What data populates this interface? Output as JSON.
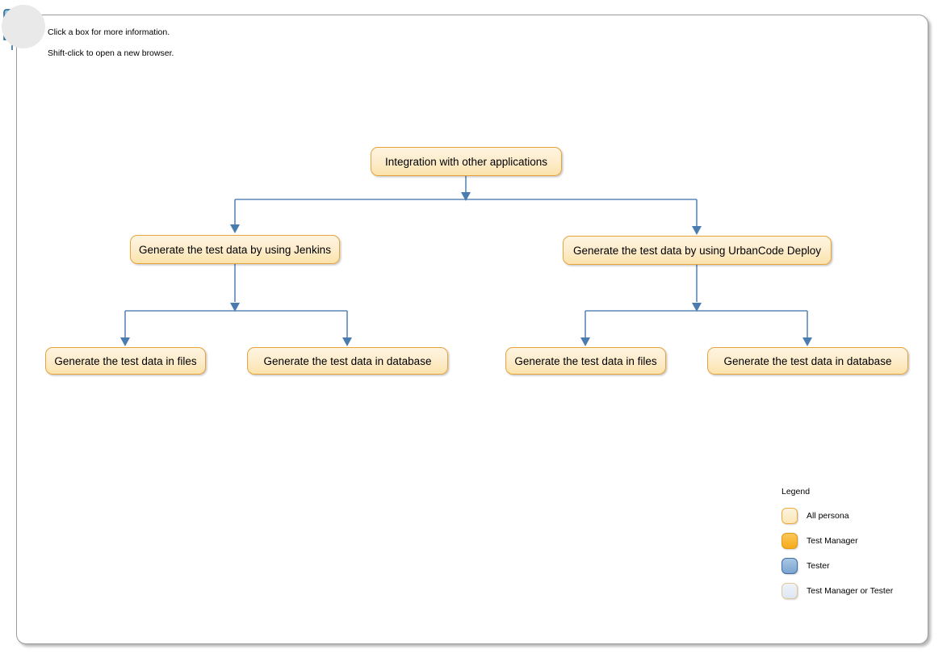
{
  "header": {
    "icon_name": "diagram-click-icon",
    "instruction_line_1": "Click a box for more information.",
    "instruction_line_2": "Shift-click to open a new browser."
  },
  "diagram": {
    "connector_color": "#5b87b8",
    "node_border_color": "#e8a33d",
    "node_fill_top": "#fdf4e0",
    "node_fill_bottom": "#fce3ab",
    "nodes": [
      {
        "id": "root",
        "label": "Integration with other applications",
        "level": 0
      },
      {
        "id": "jenkins",
        "label": "Generate the test data by using Jenkins",
        "level": 1
      },
      {
        "id": "urbancode",
        "label": "Generate the test data by using UrbanCode Deploy",
        "level": 1
      },
      {
        "id": "jenkins-files",
        "label": "Generate the test data in files",
        "level": 2
      },
      {
        "id": "jenkins-db",
        "label": "Generate the test data in database",
        "level": 2
      },
      {
        "id": "ucd-files",
        "label": "Generate the test data in files",
        "level": 2
      },
      {
        "id": "ucd-db",
        "label": "Generate the test data in database",
        "level": 2
      }
    ]
  },
  "legend": {
    "title": "Legend",
    "items": [
      {
        "label": "All persona",
        "color": "#fbe7b8"
      },
      {
        "label": "Test Manager",
        "color": "#f6ab1c"
      },
      {
        "label": "Tester",
        "color": "#7ba5d0"
      },
      {
        "label": "Test Manager or Tester",
        "color": "#dde7f4"
      }
    ]
  }
}
